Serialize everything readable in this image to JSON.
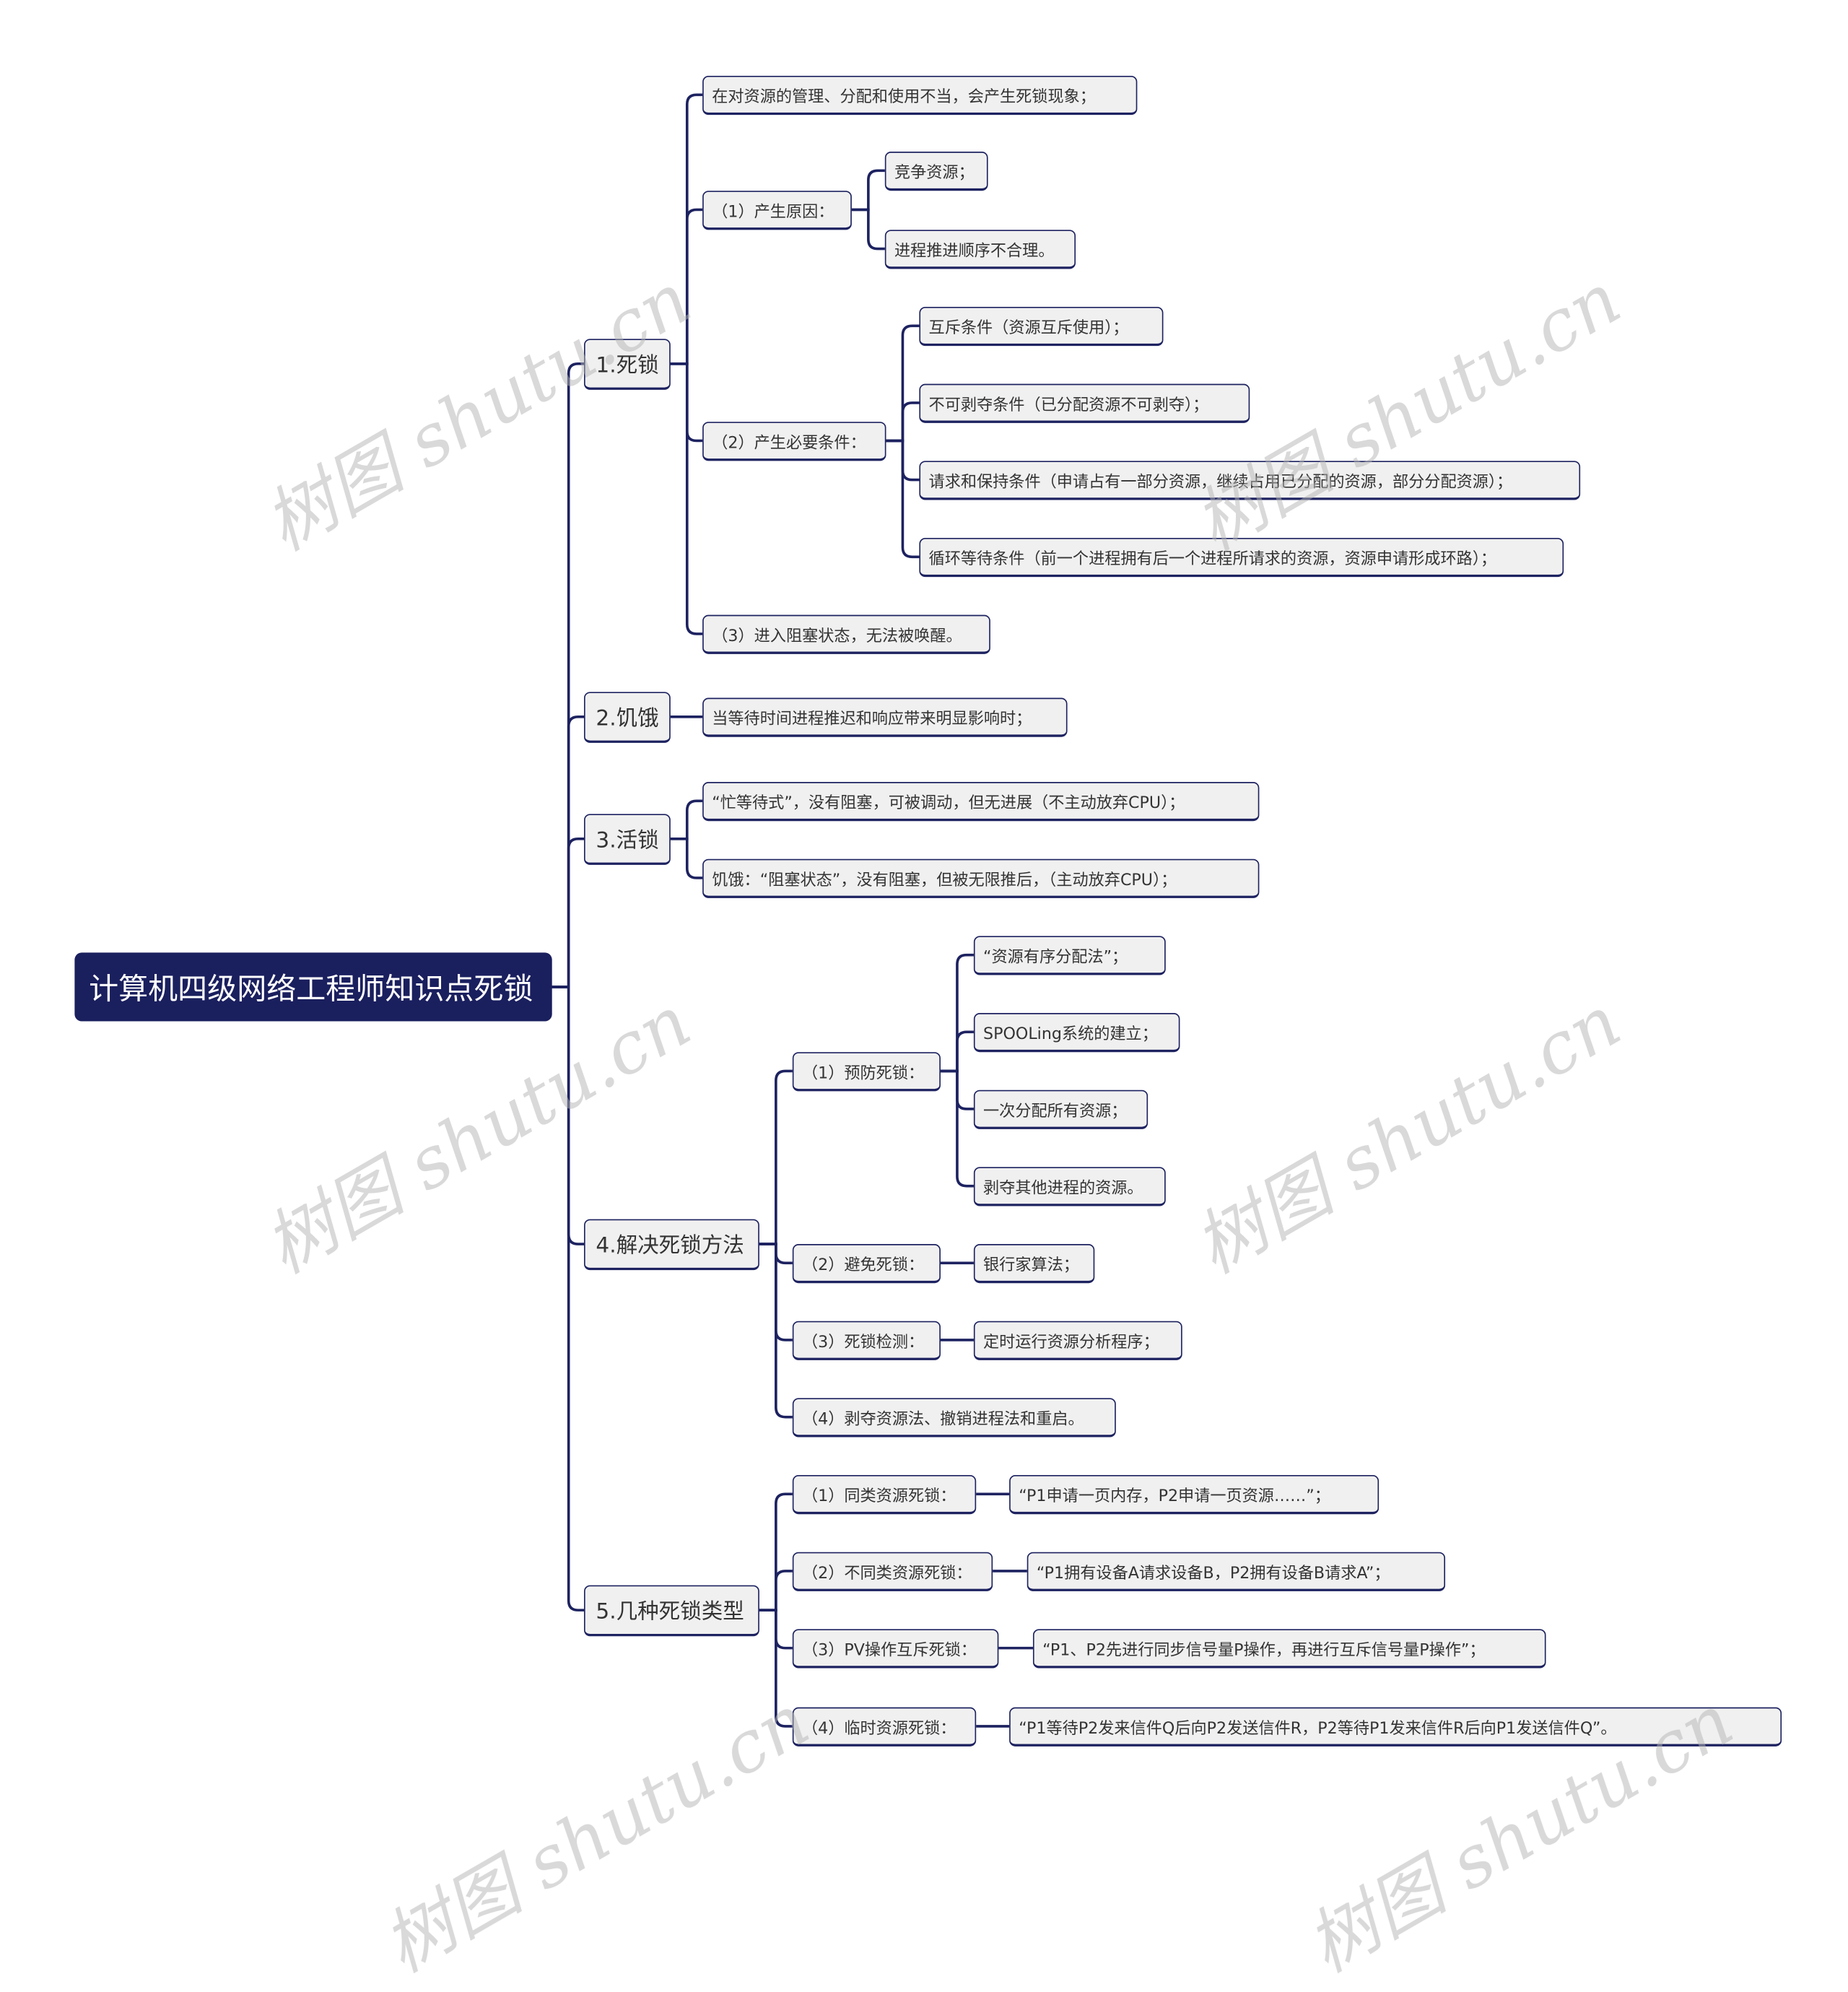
{
  "root": "计算机四级网络工程师知识点死锁",
  "colors": {
    "line": "#1d2260",
    "root_fill": "#1a1f5e",
    "node_fill": "#f0f0f0"
  },
  "watermark": "树图 shutu.cn",
  "branches": [
    {
      "label": "1.死锁",
      "children": [
        {
          "label": "在对资源的管理、分配和使用不当，会产生死锁现象；"
        },
        {
          "label": "（1）产生原因：",
          "children": [
            {
              "label": "竞争资源；"
            },
            {
              "label": "进程推进顺序不合理。"
            }
          ]
        },
        {
          "label": "（2）产生必要条件：",
          "children": [
            {
              "label": "互斥条件（资源互斥使用）；"
            },
            {
              "label": "不可剥夺条件（已分配资源不可剥夺）；"
            },
            {
              "label": "请求和保持条件（申请占有一部分资源，继续占用已分配的资源，部分分配资源）；"
            },
            {
              "label": "循环等待条件（前一个进程拥有后一个进程所请求的资源，资源申请形成环路）；"
            }
          ]
        },
        {
          "label": "（3）进入阻塞状态，无法被唤醒。"
        }
      ]
    },
    {
      "label": "2.饥饿",
      "children": [
        {
          "label": "当等待时间进程推迟和响应带来明显影响时；"
        }
      ]
    },
    {
      "label": "3.活锁",
      "children": [
        {
          "label": "“忙等待式”，没有阻塞，可被调动，但无进展（不主动放弃CPU）；"
        },
        {
          "label": "饥饿：“阻塞状态”，没有阻塞，但被无限推后，（主动放弃CPU）；"
        }
      ]
    },
    {
      "label": "4.解决死锁方法",
      "children": [
        {
          "label": "（1）预防死锁：",
          "children": [
            {
              "label": "“资源有序分配法”；"
            },
            {
              "label": "SPOOLing系统的建立；"
            },
            {
              "label": "一次分配所有资源；"
            },
            {
              "label": "剥夺其他进程的资源。"
            }
          ]
        },
        {
          "label": "（2）避免死锁：",
          "children": [
            {
              "label": "银行家算法；"
            }
          ]
        },
        {
          "label": "（3）死锁检测：",
          "children": [
            {
              "label": "定时运行资源分析程序；"
            }
          ]
        },
        {
          "label": "（4）剥夺资源法、撤销进程法和重启。"
        }
      ]
    },
    {
      "label": "5.几种死锁类型",
      "children": [
        {
          "label": "（1）同类资源死锁：",
          "children": [
            {
              "label": "“P1申请一页内存，P2申请一页资源……”；"
            }
          ]
        },
        {
          "label": "（2）不同类资源死锁：",
          "children": [
            {
              "label": "“P1拥有设备A请求设备B，P2拥有设备B请求A”；"
            }
          ]
        },
        {
          "label": "（3）PV操作互斥死锁：",
          "children": [
            {
              "label": "“P1、P2先进行同步信号量P操作，再进行互斥信号量P操作”；"
            }
          ]
        },
        {
          "label": "（4）临时资源死锁：",
          "children": [
            {
              "label": "“P1等待P2发来信件Q后向P2发送信件R，P2等待P1发来信件R后向P1发送信件Q”。"
            }
          ]
        }
      ]
    }
  ]
}
